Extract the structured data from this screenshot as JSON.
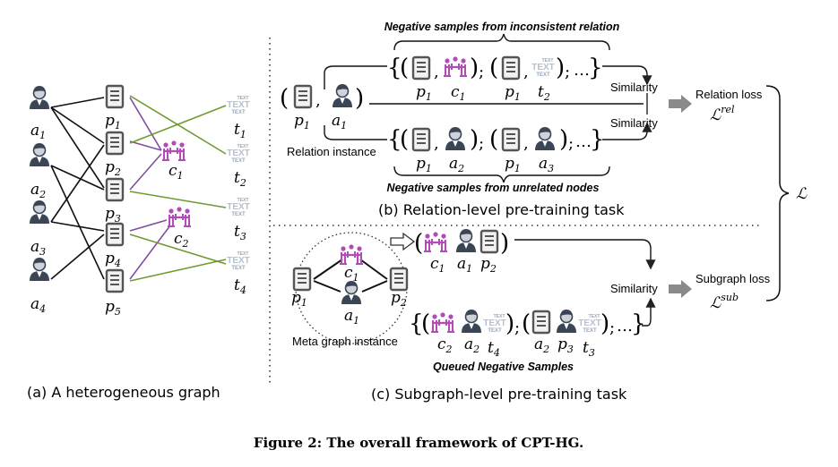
{
  "figure": {
    "caption": "Figure 2: The overall framework of CPT-HG.",
    "panel_a_caption": "(a) A heterogeneous graph",
    "panel_b_caption": "(b) Relation-level pre-training task",
    "panel_c_caption": "(c)  Subgraph-level pre-training task"
  },
  "graph": {
    "authors": [
      {
        "base": "a",
        "sub": "1"
      },
      {
        "base": "a",
        "sub": "2"
      },
      {
        "base": "a",
        "sub": "3"
      },
      {
        "base": "a",
        "sub": "4"
      }
    ],
    "papers": [
      {
        "base": "p",
        "sub": "1"
      },
      {
        "base": "p",
        "sub": "2"
      },
      {
        "base": "p",
        "sub": "3"
      },
      {
        "base": "p",
        "sub": "4"
      },
      {
        "base": "p",
        "sub": "5"
      }
    ],
    "conferences": [
      {
        "base": "c",
        "sub": "1"
      },
      {
        "base": "c",
        "sub": "2"
      }
    ],
    "terms": [
      {
        "base": "t",
        "sub": "1"
      },
      {
        "base": "t",
        "sub": "2"
      },
      {
        "base": "t",
        "sub": "3"
      },
      {
        "base": "t",
        "sub": "4"
      }
    ],
    "term_icon_text": "TEXT"
  },
  "relation": {
    "neg_inconsistent_title": "Negative samples  from inconsistent relation",
    "neg_unrelated_title": "Negative samples  from unrelated nodes",
    "instance_label": "Relation instance",
    "similarity": "Similarity",
    "loss_label": "Relation loss",
    "loss_symbol": "ℒ",
    "loss_sup": "rel",
    "ellipsis": "…",
    "semicolon": ";",
    "comma": ","
  },
  "subgraph": {
    "meta_label": "Meta graph instance",
    "queued_label": "Queued Negative Samples",
    "similarity": "Similarity",
    "loss_label": "Subgraph loss",
    "loss_symbol": "ℒ",
    "loss_sup": "sub",
    "ellipsis": "…"
  },
  "total_loss": "ℒ",
  "colors": {
    "author_edge": "#111111",
    "conference_edge": "#7e4fa0",
    "term_edge": "#6f9a2f",
    "conference_icon": "#b24ab8",
    "term_icon": "#9aa6b8",
    "doc_icon": "#555555",
    "author_icon": "#3a4556",
    "arrow_gray": "#8a8a8a"
  }
}
